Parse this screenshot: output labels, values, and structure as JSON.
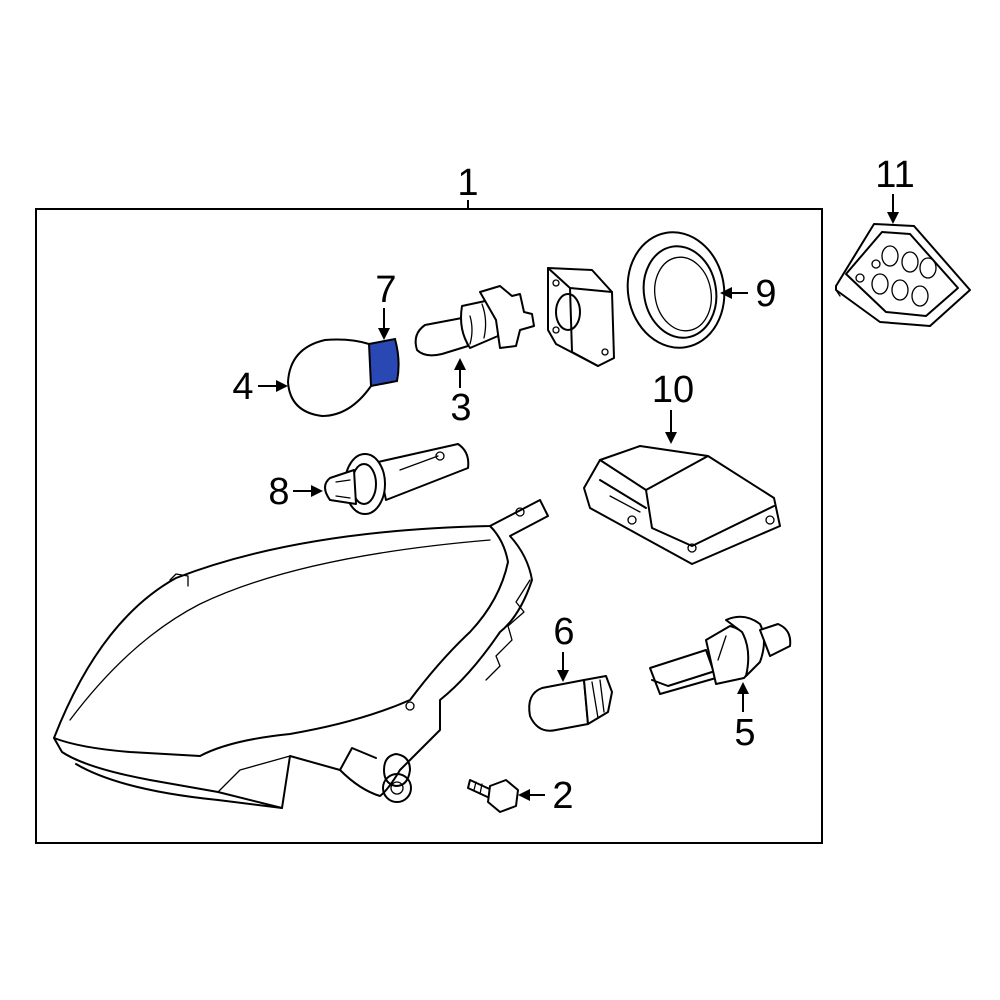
{
  "callouts": {
    "c1": "1",
    "c2": "2",
    "c3": "3",
    "c4": "4",
    "c5": "5",
    "c6": "6",
    "c7": "7",
    "c8": "8",
    "c9": "9",
    "c10": "10",
    "c11": "11"
  },
  "colors": {
    "highlight": "#2a48b3",
    "line": "#000000",
    "background": "#ffffff"
  }
}
